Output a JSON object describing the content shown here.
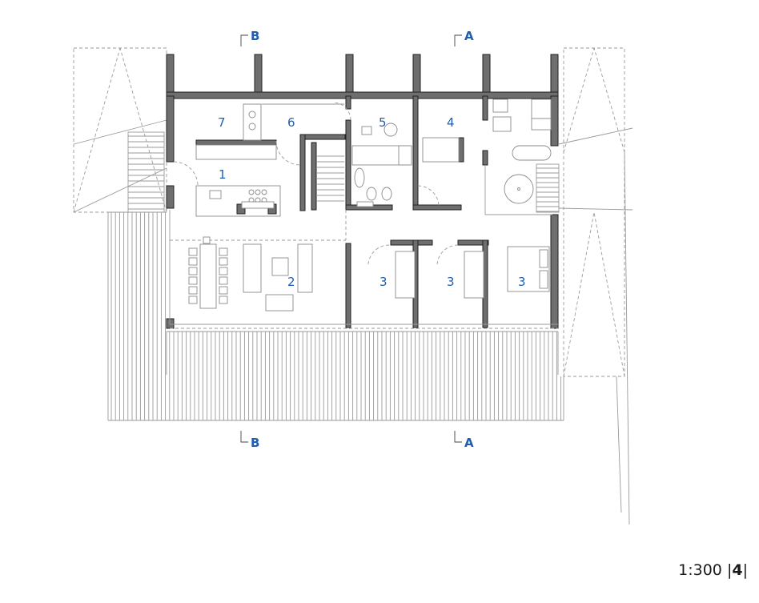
{
  "rooms": [
    {
      "label": "1"
    },
    {
      "label": "2"
    },
    {
      "label": "3"
    },
    {
      "label": "3"
    },
    {
      "label": "3"
    },
    {
      "label": "4"
    },
    {
      "label": "5"
    },
    {
      "label": "6"
    },
    {
      "label": "7"
    }
  ],
  "sections": {
    "b_top": "B",
    "a_top": "A",
    "b_bottom": "B",
    "a_bottom": "A"
  },
  "scale": "1:300",
  "page_number": "4",
  "colors": {
    "label": "#1f5fae",
    "wall": "#6e6e6e"
  }
}
